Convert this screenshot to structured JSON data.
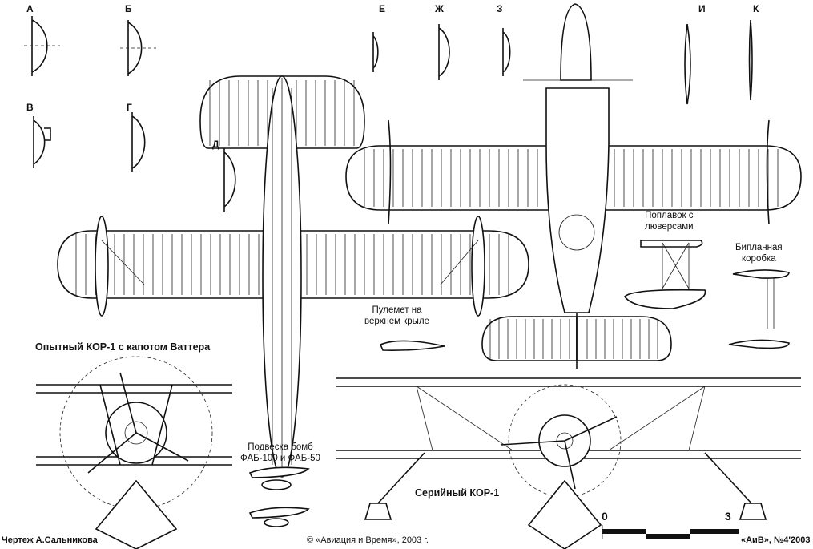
{
  "section_labels": [
    "А",
    "Б",
    "В",
    "Г",
    "Д",
    "Е",
    "Ж",
    "З",
    "И",
    "К"
  ],
  "captions": {
    "prototype": "Опытный КОР-1 с капотом Ваттера",
    "gun": [
      "Пулемет на",
      "верхнем крыле"
    ],
    "float": [
      "Поплавок с",
      "люверсами"
    ],
    "biplane": [
      "Бипланная",
      "коробка"
    ],
    "bombs": [
      "Подвеска бомб",
      "ФАБ-100 и ФАБ-50"
    ],
    "serial": "Серийный КОР-1"
  },
  "scale": {
    "start": "0",
    "end": "3"
  },
  "footer": {
    "author": "Чертеж А.Сальникова",
    "copyright": "© «Авиация и Время», 2003 г.",
    "issue": "«АиВ», №4'2003"
  }
}
